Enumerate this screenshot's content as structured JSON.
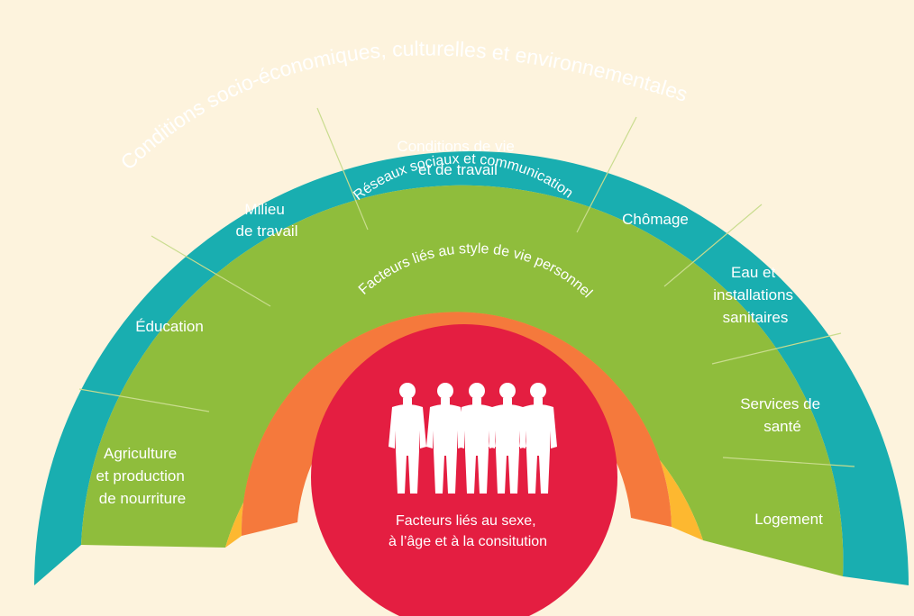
{
  "colors": {
    "background": "#fdf3dd",
    "outer_ring": "#19aeb0",
    "segments": "#8fbd3c",
    "social_ring": "#fdb830",
    "lifestyle_ring": "#f5793c",
    "core": "#e41e41",
    "text": "#ffffff"
  },
  "rings": {
    "outer_label": "Conditions socio-économiques, culturelles et environnementales",
    "social_label": "Réseaux sociaux et communication",
    "lifestyle_label": "Facteurs liés au style de vie personnel"
  },
  "segments": [
    {
      "id": "agriculture",
      "lines": [
        "Agriculture",
        "et production",
        "de nourriture"
      ]
    },
    {
      "id": "education",
      "lines": [
        "Éducation"
      ]
    },
    {
      "id": "work-environment",
      "lines": [
        "Milieu",
        "de travail"
      ]
    },
    {
      "id": "living-conditions",
      "lines": [
        "Conditions de vie",
        "et de travail"
      ]
    },
    {
      "id": "unemployment",
      "lines": [
        "Chômage"
      ]
    },
    {
      "id": "water",
      "lines": [
        "Eau et",
        "installations",
        "sanitaires"
      ]
    },
    {
      "id": "health-services",
      "lines": [
        "Services de",
        "santé"
      ]
    },
    {
      "id": "housing",
      "lines": [
        "Logement"
      ]
    }
  ],
  "core": {
    "lines": [
      "Facteurs liés au sexe,",
      "à l’âge et à la consitution"
    ],
    "people_icon": "group-of-people-icon",
    "people_count": 5
  }
}
